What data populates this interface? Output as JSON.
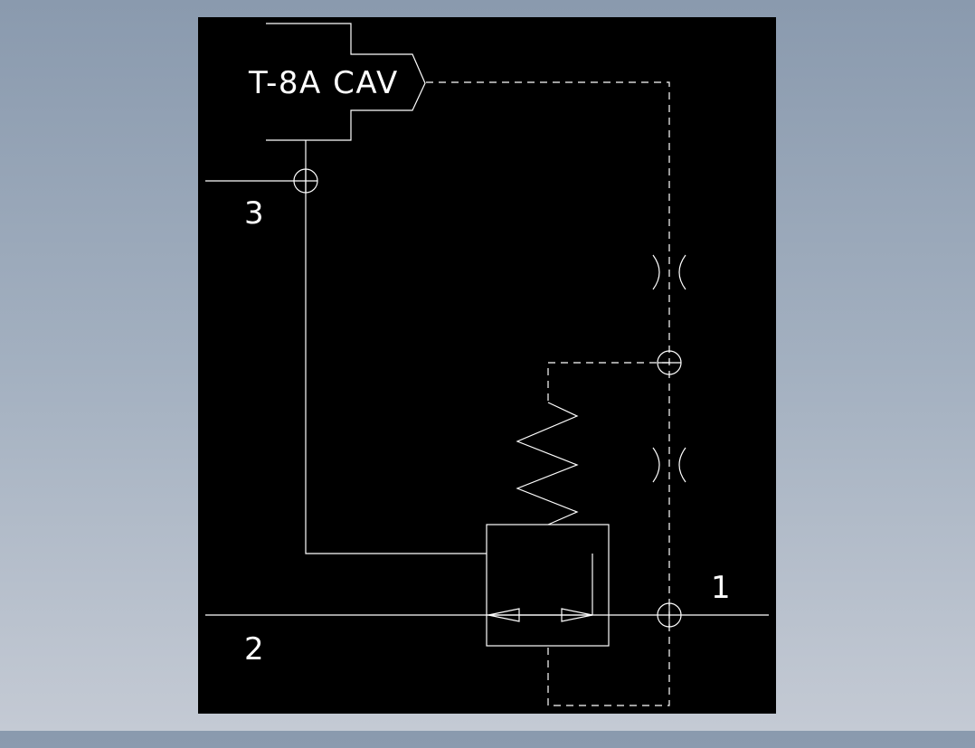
{
  "diagram": {
    "cavity_label": "T-8A CAV",
    "ports": [
      {
        "id": "1",
        "label": "1"
      },
      {
        "id": "2",
        "label": "2"
      },
      {
        "id": "3",
        "label": "3"
      }
    ],
    "colors": {
      "background": "#000000",
      "line": "#ffffff",
      "frame_gradient_top": "#8a9aae",
      "frame_gradient_bottom": "#c4cad4"
    }
  }
}
